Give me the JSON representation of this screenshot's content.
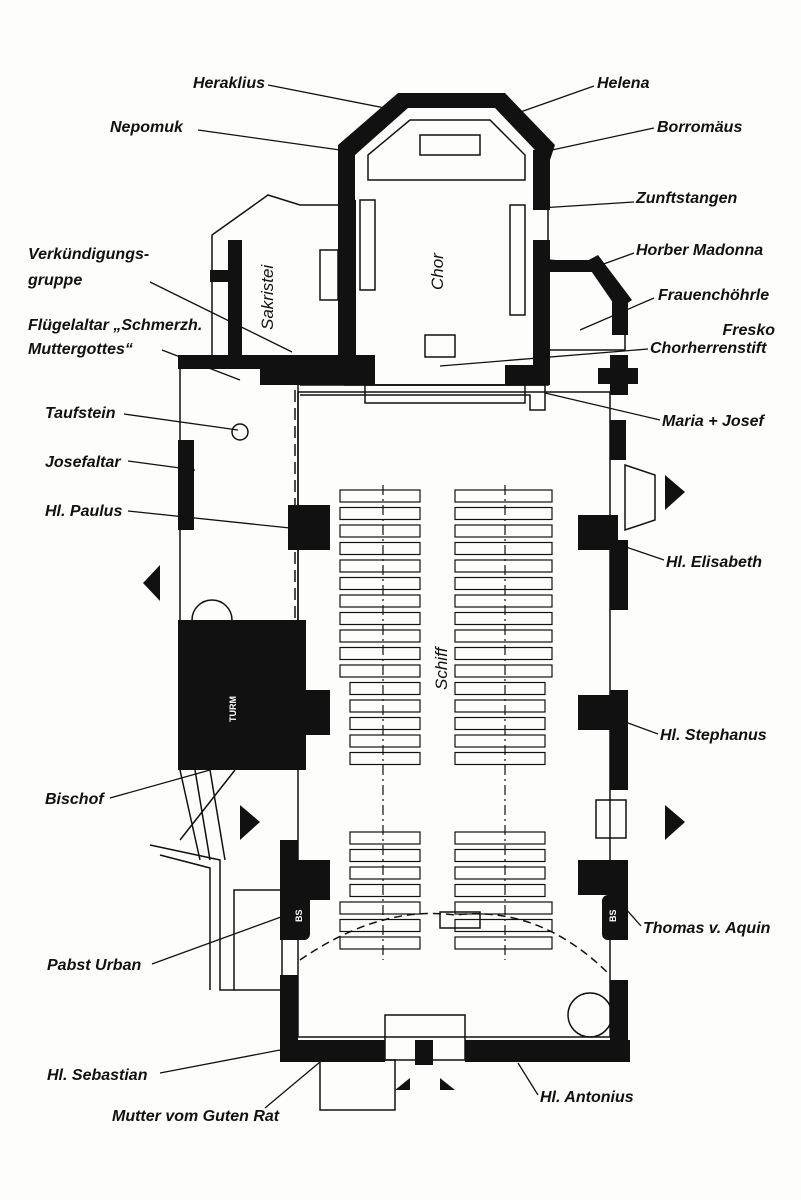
{
  "title": "Church floor plan",
  "rooms": {
    "sacristy": "Sakristei",
    "choir": "Chor",
    "nave": "Schiff",
    "tower": "TURM",
    "bs_left": "BS",
    "bs_right": "BS"
  },
  "labels": {
    "heraklius": "Heraklius",
    "helena": "Helena",
    "nepomuk": "Nepomuk",
    "borromaeus": "Borromäus",
    "zunftstangen": "Zunftstangen",
    "verkuendigung_1": "Verkündigungs-",
    "verkuendigung_2": "gruppe",
    "horber_madonna": "Horber Madonna",
    "frauenchoehrle": "Frauenchöhrle",
    "fresko_1": "Fresko",
    "fresko_2": "Chorherrenstift",
    "fluegelaltar_1": "Flügelaltar „Schmerzh.",
    "fluegelaltar_2": "Muttergottes“",
    "taufstein": "Taufstein",
    "maria_josef": "Maria + Josef",
    "josefaltar": "Josefaltar",
    "paulus": "Hl. Paulus",
    "elisabeth": "Hl. Elisabeth",
    "stephanus": "Hl. Stephanus",
    "bischof": "Bischof",
    "thomas": "Thomas v. Aquin",
    "urban": "Pabst Urban",
    "sebastian": "Hl. Sebastian",
    "mutter": "Mutter vom Guten Rat",
    "antonius": "Hl. Antonius"
  },
  "pews": {
    "front_rows": 16,
    "back_rows": 7
  }
}
